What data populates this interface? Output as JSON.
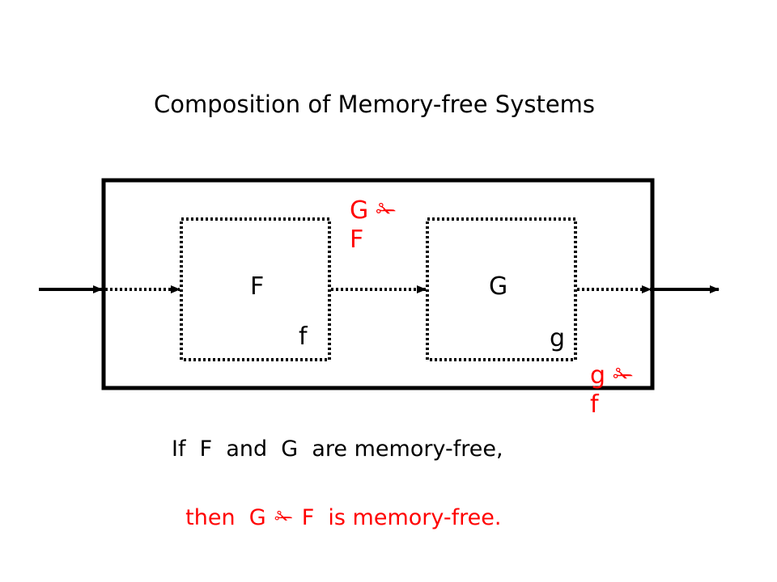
{
  "title": "Composition of Memory-free Systems",
  "blocks": {
    "f_system": {
      "name": "F",
      "function": "f"
    },
    "g_system": {
      "name": "G",
      "function": "g"
    }
  },
  "composite_label": {
    "left": "G",
    "op": "✁",
    "right": "F"
  },
  "composite_func_label": {
    "left": "g",
    "op": "✁",
    "right": "f"
  },
  "statement": {
    "line1": "If  F  and  G  are memory-free,",
    "line2_prefix": "then  G",
    "line2_op": "✁",
    "line2_suffix": "F  is memory-free."
  },
  "colors": {
    "text": "#000000",
    "accent": "#ff0000",
    "line": "#000000"
  }
}
